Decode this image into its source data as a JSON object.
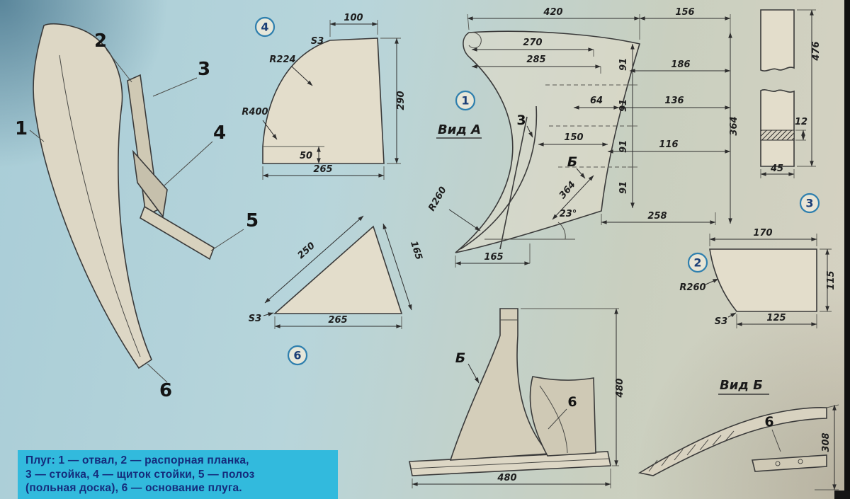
{
  "colors": {
    "paper": "#e3ddcb",
    "ink": "#3a3a3a",
    "dim-ink": "#2e2e2e",
    "circle-ring": "#2e7fae",
    "circle-text": "#1c3f77",
    "caption-bg": "#32badd",
    "caption-text": "#142c7c"
  },
  "assembly": {
    "labels": {
      "p1": "1",
      "p2": "2",
      "p3": "3",
      "p4": "4",
      "p5": "5",
      "p6": "6"
    }
  },
  "detail4": {
    "num": "4",
    "dim_top": "100",
    "thickness": "S3",
    "r1": "R224",
    "r2": "R400",
    "dim_height": "290",
    "dim_small": "50",
    "dim_bottom": "265"
  },
  "detail1": {
    "num": "1",
    "view_label": "Вид А",
    "dim_420": "420",
    "dim_156": "156",
    "dim_270": "270",
    "dim_285": "285",
    "dim_91a": "91",
    "dim_91b": "91",
    "dim_91c": "91",
    "dim_91d": "91",
    "dim_186": "186",
    "dim_136": "136",
    "dim_116": "116",
    "dim_64": "64",
    "dim_150": "150",
    "dim_364_right": "364",
    "dim_364_slant": "364",
    "radius": "R260",
    "angle": "23°",
    "dim_165": "165",
    "dim_258": "258",
    "part_ref": "3",
    "section_ref": "Б"
  },
  "detail3": {
    "num": "3",
    "dim_height": "476",
    "dim_12": "12",
    "dim_width": "45"
  },
  "detail2": {
    "num": "2",
    "dim_top": "170",
    "dim_right": "115",
    "radius": "R260",
    "thickness": "S3",
    "dim_bottom": "125"
  },
  "detail6_triangle": {
    "num": "6",
    "dim_hyp": "250",
    "dim_right": "165",
    "dim_bottom": "265",
    "thickness": "S3"
  },
  "side_view": {
    "section_arrow": "Б",
    "part_ref": "6",
    "dim_height": "480",
    "dim_width": "480"
  },
  "view_b": {
    "title": "Вид Б",
    "part_ref": "6",
    "dim_height": "308"
  },
  "caption": {
    "line1": "Плуг: 1 — отвал, 2 — распорная планка,",
    "line2": "3 — стойка, 4 — щиток стойки, 5 — полоз",
    "line3": "(польная доска), 6 — основание плуга."
  }
}
